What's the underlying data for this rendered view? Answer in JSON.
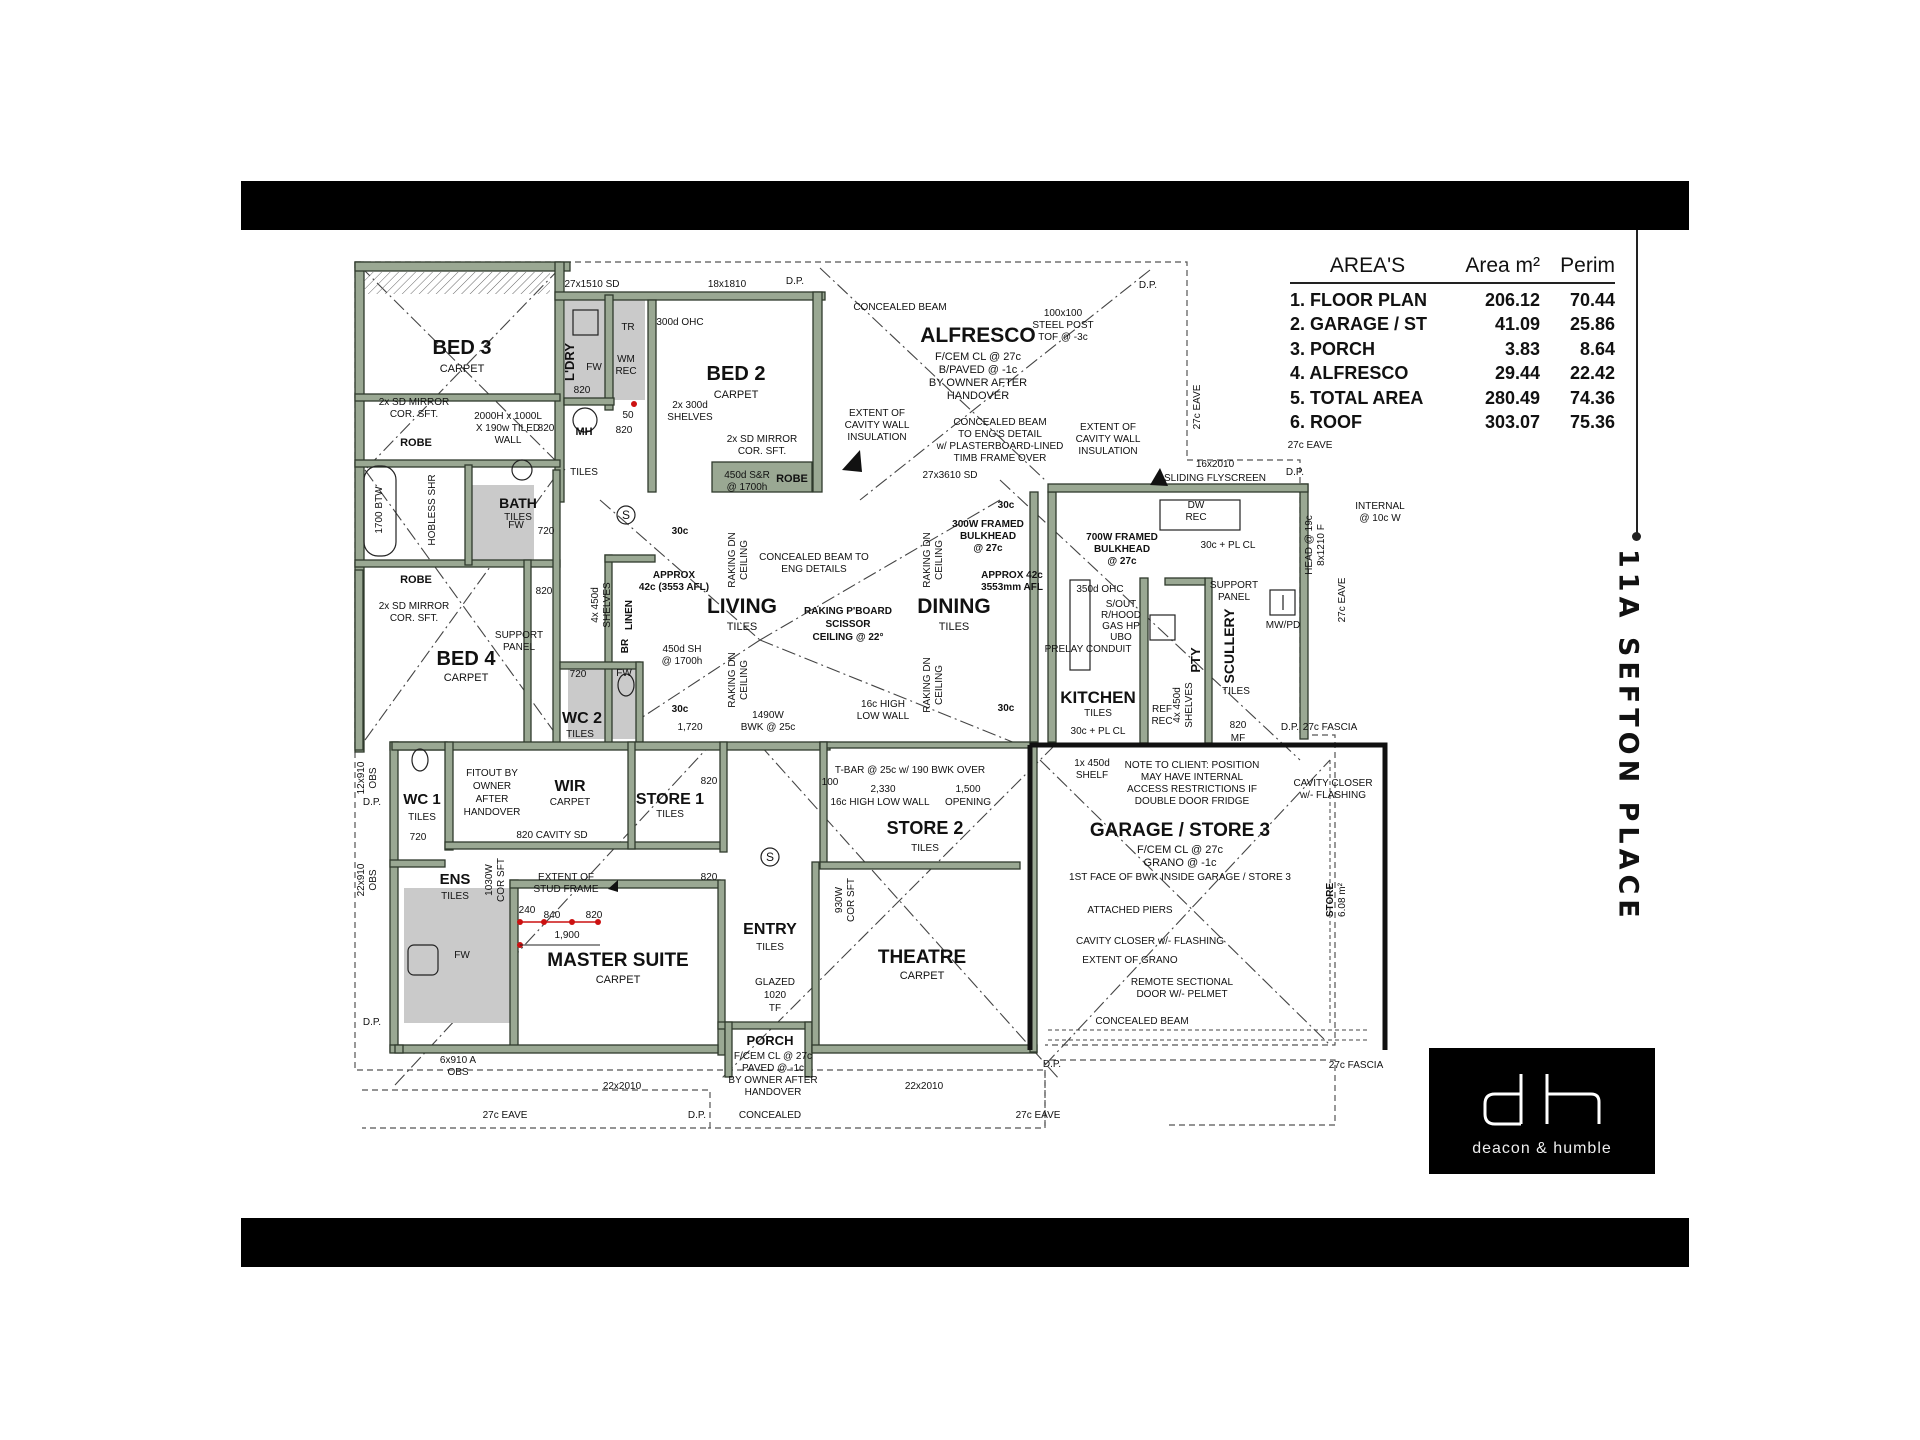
{
  "areas_table": {
    "headers": [
      "AREA'S",
      "Area m²",
      "Perim"
    ],
    "rows": [
      {
        "name": "1. FLOOR PLAN",
        "area": "206.12",
        "perim": "70.44"
      },
      {
        "name": "2. GARAGE / ST",
        "area": "41.09",
        "perim": "25.86"
      },
      {
        "name": "3. PORCH",
        "area": "3.83",
        "perim": "8.64"
      },
      {
        "name": "4. ALFRESCO",
        "area": "29.44",
        "perim": "22.42"
      },
      {
        "name": "5. TOTAL AREA",
        "area": "280.49",
        "perim": "74.36"
      },
      {
        "name": "6. ROOF",
        "area": "303.07",
        "perim": "75.36"
      }
    ]
  },
  "address": "11A SEFTON PLACE",
  "logo": {
    "mark": "dh",
    "name": "deacon & humble"
  },
  "colors": {
    "bar": "#000000",
    "wall_fill": "#9aa893",
    "wall_stroke": "#2f3a2c",
    "wet_area": "#c8c8c8",
    "marker": "#cc1111"
  },
  "plan": {
    "rooms": {
      "bed3": {
        "name": "BED 3",
        "finish": "CARPET"
      },
      "ldry": {
        "name": "L'DRY",
        "finish": "TILES"
      },
      "bed2": {
        "name": "BED 2",
        "finish": "CARPET"
      },
      "alfresco": {
        "name": "ALFRESCO",
        "notes": [
          "F/CEM CL @ 27c",
          "B/PAVED @ -1c",
          "BY OWNER AFTER",
          "HANDOVER"
        ]
      },
      "bath": {
        "name": "BATH",
        "finish": "TILES"
      },
      "bed4": {
        "name": "BED 4",
        "finish": "CARPET"
      },
      "wc2": {
        "name": "WC 2",
        "finish": "TILES"
      },
      "living": {
        "name": "LIVING",
        "finish": "TILES"
      },
      "dining": {
        "name": "DINING",
        "finish": "TILES"
      },
      "kitchen": {
        "name": "KITCHEN",
        "finish": "TILES"
      },
      "scullery": {
        "name": "SCULLERY",
        "finish": "TILES"
      },
      "pty": {
        "name": "PTY"
      },
      "wc1": {
        "name": "WC 1",
        "finish": "TILES"
      },
      "wir": {
        "name": "WIR",
        "finish": "CARPET"
      },
      "store1": {
        "name": "STORE 1",
        "finish": "TILES"
      },
      "store2": {
        "name": "STORE 2",
        "finish": "TILES"
      },
      "garage": {
        "name": "GARAGE / STORE 3",
        "notes": [
          "F/CEM CL @ 27c",
          "GRANO @ -1c",
          "1ST FACE OF BWK INSIDE GARAGE / STORE 3"
        ]
      },
      "ens": {
        "name": "ENS",
        "finish": "TILES"
      },
      "master": {
        "name": "MASTER SUITE",
        "finish": "CARPET"
      },
      "entry": {
        "name": "ENTRY",
        "finish": "TILES"
      },
      "theatre": {
        "name": "THEATRE",
        "finish": "CARPET"
      },
      "porch": {
        "name": "PORCH",
        "notes": [
          "F/CEM CL @ 27c",
          "PAVED @ -1c",
          "BY OWNER AFTER",
          "HANDOVER"
        ]
      }
    },
    "labels": {
      "sd_top": "27x1510 SD",
      "w_top": "18x1810",
      "dp": "D.P.",
      "concealed_beam": "CONCEALED BEAM",
      "steel_post": [
        "100x100",
        "STEEL POST",
        "TOF @ -3c"
      ],
      "ohc": "300d OHC",
      "shelves": [
        "2x 300d",
        "SHELVES"
      ],
      "mirror_robe": [
        "2x SD MIRROR",
        "COR. SFT."
      ],
      "robe": "ROBE",
      "sr": [
        "450d S&R",
        "@ 1700h"
      ],
      "bed3_mirror": [
        "2x SD MIRROR",
        "COR. SFT."
      ],
      "bed4_mirror": [
        "2x SD MIRROR",
        "COR. SFT."
      ],
      "tiled_wall": [
        "2000H x 1000L",
        "X 190w TILED",
        "WALL"
      ],
      "cavity_ins": [
        "EXTENT OF",
        "CAVITY WALL",
        "INSULATION"
      ],
      "beam_detail": [
        "CONCEALED BEAM",
        "TO ENG'S DETAIL",
        "w/ PLASTERBOARD-LINED",
        "TIMB FRAME OVER"
      ],
      "sd_alf": "27x3610 SD",
      "cavity_ins2": [
        "EXTENT OF",
        "CAVITY WALL",
        "INSULATION"
      ],
      "eave": "27c EAVE",
      "fascia": "27c FASCIA",
      "flyscreen": "SLIDING FLYSCREEN",
      "w16": "16x2010",
      "internal": [
        "INTERNAL",
        "@ 10c W"
      ],
      "mh": "MH",
      "tiles": "TILES",
      "bath_size": "1700 BTW",
      "hobless": "HOBLESS SHR",
      "concealed_eng": [
        "CONCEALED BEAM TO",
        "ENG DETAILS"
      ],
      "raking": [
        "RAKING DN",
        "CEILING"
      ],
      "approx1": [
        "APPROX",
        "42c (3553 AFL)"
      ],
      "approx2": [
        "APPROX 42c",
        "3553mm AFL"
      ],
      "bulkhead1": [
        "300W FRAMED",
        "BULKHEAD",
        "@ 27c"
      ],
      "bulkhead2": [
        "700W FRAMED",
        "BULKHEAD",
        "@ 27c"
      ],
      "scissor": [
        "RAKING P'BOARD",
        "SCISSOR",
        "CEILING @ 22°"
      ],
      "linen": "LINEN",
      "shelves2": [
        "4x 450d",
        "SHELVES"
      ],
      "sh450": [
        "450d SH",
        "@ 1700h"
      ],
      "support": [
        "SUPPORT",
        "PANEL"
      ],
      "c30": "30c",
      "low_wall": [
        "16c HIGH",
        "LOW WALL"
      ],
      "bwk": [
        "1490W",
        "BWK @ 25c"
      ],
      "dim1720": "1,720",
      "ohc350": "350d OHC",
      "rhood": [
        "S/OUT",
        "R/HOOD",
        "GAS HP",
        "UBO"
      ],
      "prelay": "PRELAY CONDUIT",
      "pl_cl": "30c + PL CL",
      "mwpd": "MW/PD",
      "mf": [
        "820",
        "MF"
      ],
      "tbar": "T-BAR @ 25c w/ 190 BWK OVER",
      "dims_low": [
        "2,330",
        "1,500"
      ],
      "low_wall2": "16c HIGH LOW WALL",
      "opening": "OPENING",
      "shelf": [
        "1x 450d",
        "SHELF"
      ],
      "note_client": [
        "NOTE TO CLIENT:  POSITION",
        "MAY HAVE INTERNAL",
        "ACCESS RESTRICTIONS IF",
        "DOUBLE DOOR FRIDGE"
      ],
      "cavity_closer": [
        "CAVITY CLOSER",
        "w/- FLASHING"
      ],
      "fitout": [
        "FITOUT BY",
        "OWNER",
        "AFTER",
        "HANDOVER"
      ],
      "cavity_sd": "820 CAVITY SD",
      "stud": [
        "EXTENT OF",
        "STUD FRAME"
      ],
      "ens_dims": [
        "240",
        "840",
        "820",
        "1,900"
      ],
      "glazed": [
        "GLAZED",
        "1020",
        "TF"
      ],
      "cor_sft": [
        "930W",
        "COR SFT"
      ],
      "attached_piers": "ATTACHED PIERS",
      "cavity_closer2": "CAVITY CLOSER w/- FLASHING",
      "grano": "EXTENT OF GRANO",
      "remote_door": [
        "REMOTE SECTIONAL",
        "DOOR W/- PELMET"
      ],
      "concealed_beam2": "CONCEALED BEAM",
      "store_garage": [
        "STORE",
        "6.08 m²"
      ],
      "w22a": "22x2010",
      "w22b": "22x2010",
      "concealed_porch": "CONCEALED",
      "obs": [
        "6x910 A",
        "OBS"
      ],
      "d820": "820",
      "d720": "720",
      "d50": "50",
      "wm_rec": [
        "WM",
        "REC"
      ],
      "tr": "TR",
      "fw": "FW",
      "br": "BR",
      "d100": "100",
      "ens_cor": [
        "1030W",
        "COR SFT"
      ],
      "side_obs1": [
        "12x910",
        "OBS"
      ],
      "side_obs2": [
        "22x910",
        "OBS"
      ],
      "pty_shelves": [
        "4x 450d",
        "SHELVES"
      ],
      "dw": [
        "DW",
        "REC"
      ],
      "ref": [
        "REF",
        "REC"
      ],
      "head": [
        "HEAD @ 19c",
        "8x1210 F"
      ],
      "s": "S"
    }
  }
}
